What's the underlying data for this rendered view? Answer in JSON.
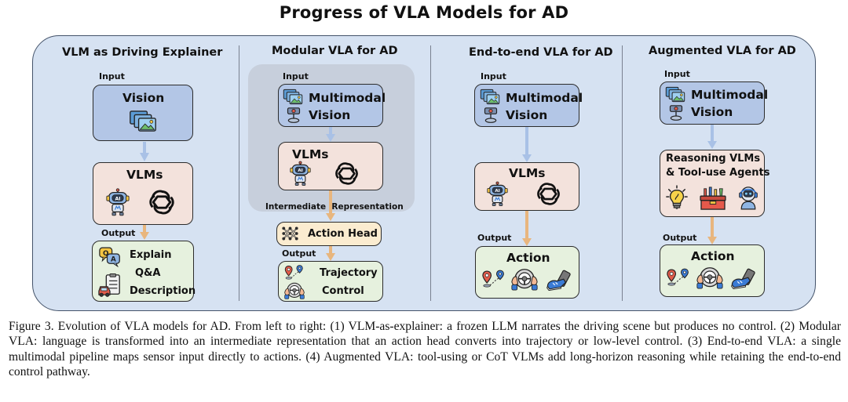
{
  "title": "Progress of VLA Models for AD",
  "columns": [
    {
      "title": "VLM as Driving Explainer",
      "input_label": "Input",
      "input_box": "Vision",
      "model_box": "VLMs",
      "output_label": "Output",
      "output_items": [
        "Explain",
        "Q&A",
        "Description"
      ]
    },
    {
      "title": "Modular VLA for AD",
      "input_label": "Input",
      "input_box": [
        "Multimodal",
        "Vision"
      ],
      "model_box": "VLMs",
      "intermediate_label": "Intermediate  Representation",
      "head_box": "Action Head",
      "output_label": "Output",
      "output_items": [
        "Trajectory",
        "Control"
      ]
    },
    {
      "title": "End-to-end VLA for AD",
      "input_label": "Input",
      "input_box": [
        "Multimodal",
        "Vision"
      ],
      "model_box": "VLMs",
      "output_label": "Output",
      "output_box": "Action"
    },
    {
      "title": "Augmented VLA for AD",
      "input_label": "Input",
      "input_box": [
        "Multimodal",
        "Vision"
      ],
      "model_box": [
        "Reasoning VLMs",
        "& Tool-use Agents"
      ],
      "output_label": "Output",
      "output_box": "Action"
    }
  ],
  "caption": "Figure 3.  Evolution of VLA models for AD. From left to right: (1) VLM-as-explainer: a frozen LLM narrates the driving scene but produces no control. (2) Modular VLA: language is transformed into an intermediate representation that an action head converts into trajectory or low-level control. (3) End-to-end VLA: a single multimodal pipeline maps sensor input directly to actions. (4) Augmented VLA: tool-using or CoT VLMs add long-horizon reasoning while retaining the end-to-end control pathway.",
  "colors": {
    "frame": "#d6e2f2",
    "input_box": "#b3c6e6",
    "model_box": "#f3e2dc",
    "output_box": "#e6f1de",
    "head_box": "#fbecd0",
    "arrow_blue": "#a9c1e6",
    "arrow_orange": "#e8b67e"
  }
}
